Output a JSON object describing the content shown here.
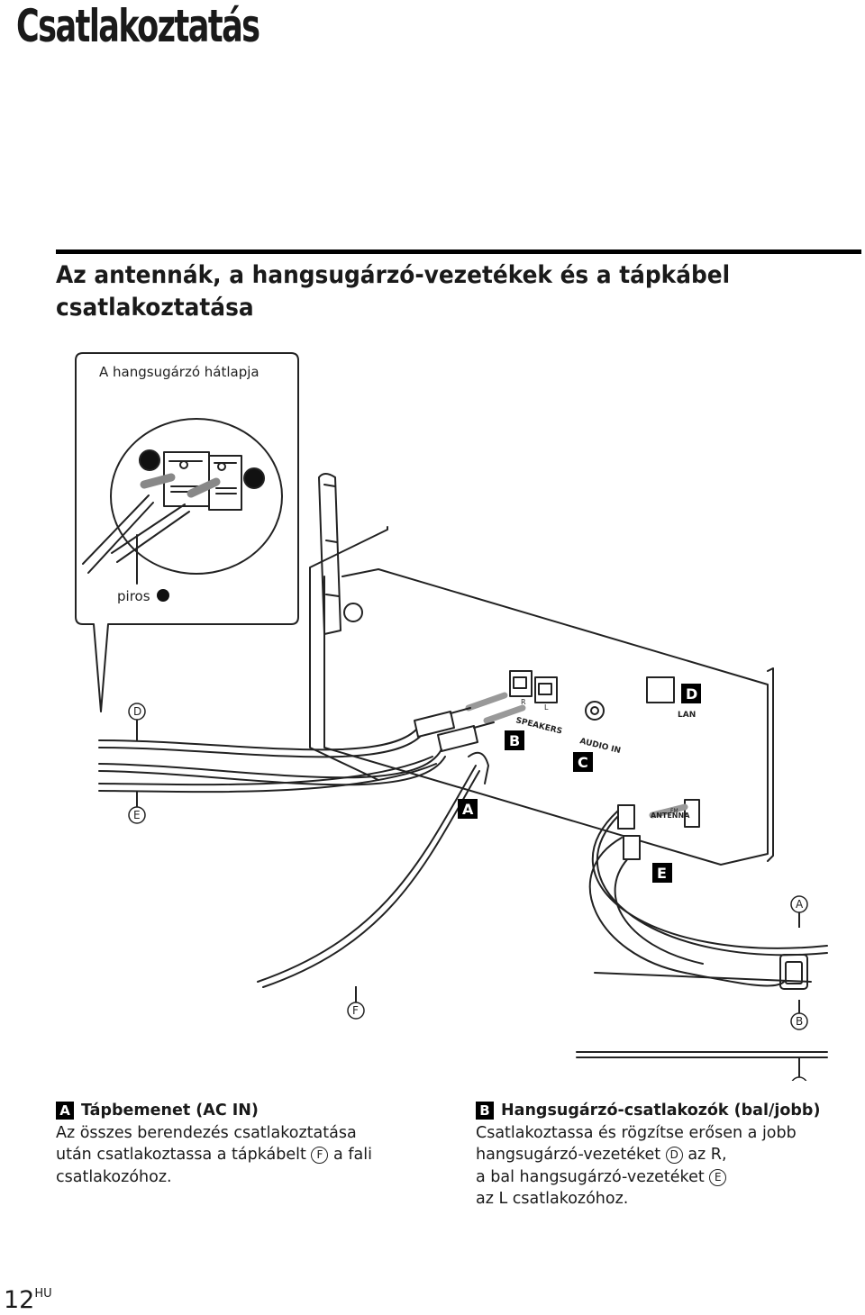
{
  "page": {
    "title": "Csatlakoztatás",
    "section_title_line1": "Az antennák, a hangsugárzó-vezetékek és a tápkábel",
    "section_title_line2": "csatlakoztatása",
    "page_number": "12",
    "page_lang": "HU"
  },
  "figure": {
    "inset_caption": "A hangsugárzó hátlapja",
    "red_label": "piros",
    "panel_speakers": "SPEAKERS",
    "panel_r": "R",
    "panel_l": "L",
    "panel_audio_in": "AUDIO IN",
    "panel_lan": "LAN",
    "panel_antenna": "ANTENNA",
    "panel_fm": "FM",
    "label_A": "A",
    "label_B": "B",
    "label_C": "C",
    "label_D": "D",
    "label_E": "E",
    "label_F": "F"
  },
  "desc_a": {
    "badge": "A",
    "heading": "Tápbemenet (AC IN)",
    "line1": "Az összes berendezés csatlakoztatása",
    "line2_pre": "után csatlakoztassa a tápkábelt",
    "line2_ref": "F",
    "line2_post": "a fali",
    "line3": "csatlakozóhoz."
  },
  "desc_b": {
    "badge": "B",
    "heading": "Hangsugárzó-csatlakozók (bal/jobb)",
    "line1": "Csatlakoztassa és rögzítse erősen a jobb",
    "line2_pre": "hangsugárzó-vezetéket",
    "line2_ref": "D",
    "line2_post": "az R,",
    "line3_pre": "a bal hangsugárzó-vezetéket",
    "line3_ref": "E",
    "line4": "az L csatlakozóhoz."
  }
}
